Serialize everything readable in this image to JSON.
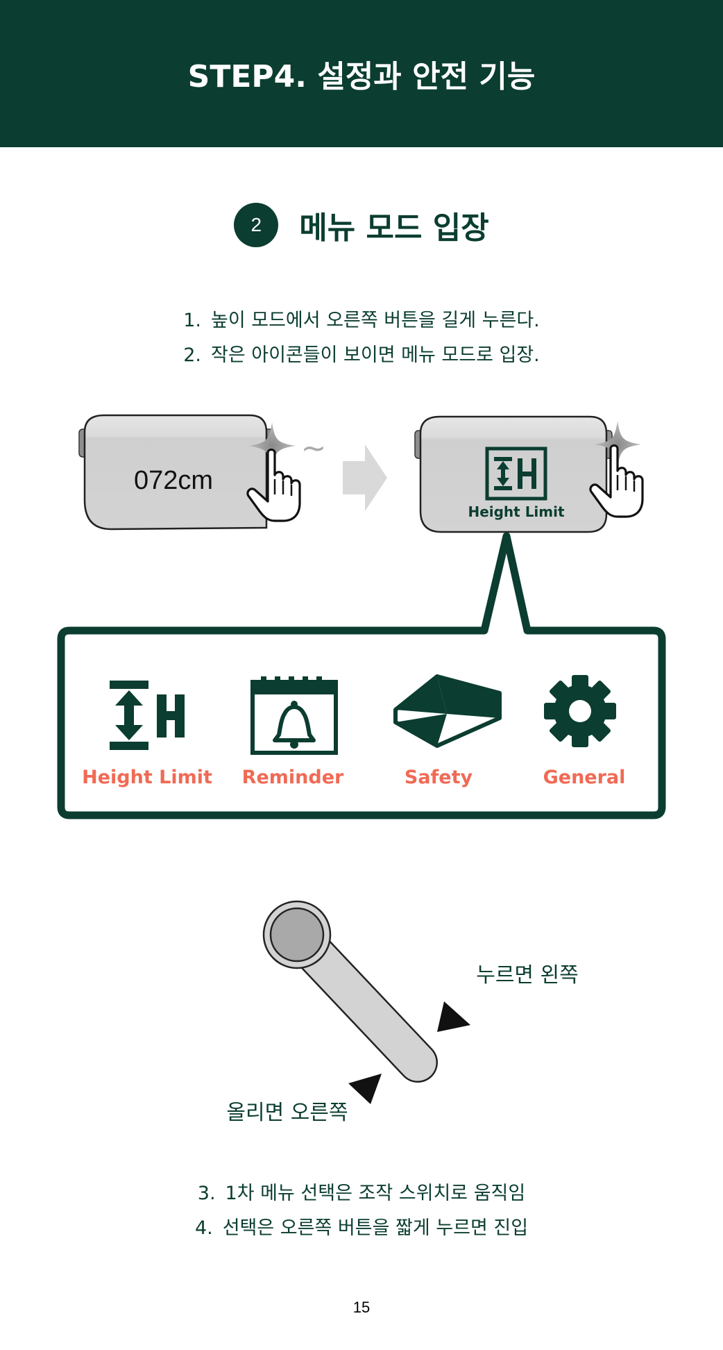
{
  "header": {
    "title": "STEP4. 설정과 안전 기능"
  },
  "section": {
    "number": "2",
    "title": "메뉴 모드 입장"
  },
  "steps_top": [
    {
      "num": "1.",
      "text": "높이 모드에서 오른쪽 버튼을 길게 누른다."
    },
    {
      "num": "2.",
      "text": "작은 아이콘들이 보이면 메뉴 모드로 입장."
    }
  ],
  "device_left": {
    "display": "072cm",
    "long_press_mark": "~"
  },
  "device_right": {
    "display_label": "Height Limit",
    "icon": "height-limit-icon"
  },
  "menu": {
    "items": [
      {
        "label": "Height Limit",
        "icon": "height-limit-icon"
      },
      {
        "label": "Reminder",
        "icon": "reminder-bell-calendar-icon"
      },
      {
        "label": "Safety",
        "icon": "safety-shield-icon"
      },
      {
        "label": "General",
        "icon": "gear-icon"
      }
    ]
  },
  "switch": {
    "press_label": "누르면 왼쪽",
    "lift_label": "올리면 오른쪽"
  },
  "steps_bottom": [
    {
      "num": "3.",
      "text": "1차 메뉴 선택은 조작 스위치로 움직임"
    },
    {
      "num": "4.",
      "text": "선택은 오른쪽 버튼을 짧게 누르면 진입"
    }
  ],
  "page_number": "15",
  "colors": {
    "brand_dark_green": "#0b3d30",
    "menu_label_coral": "#f06a55",
    "device_gray": "#d6d6d6",
    "arrow_gray": "#d9d9d9"
  }
}
